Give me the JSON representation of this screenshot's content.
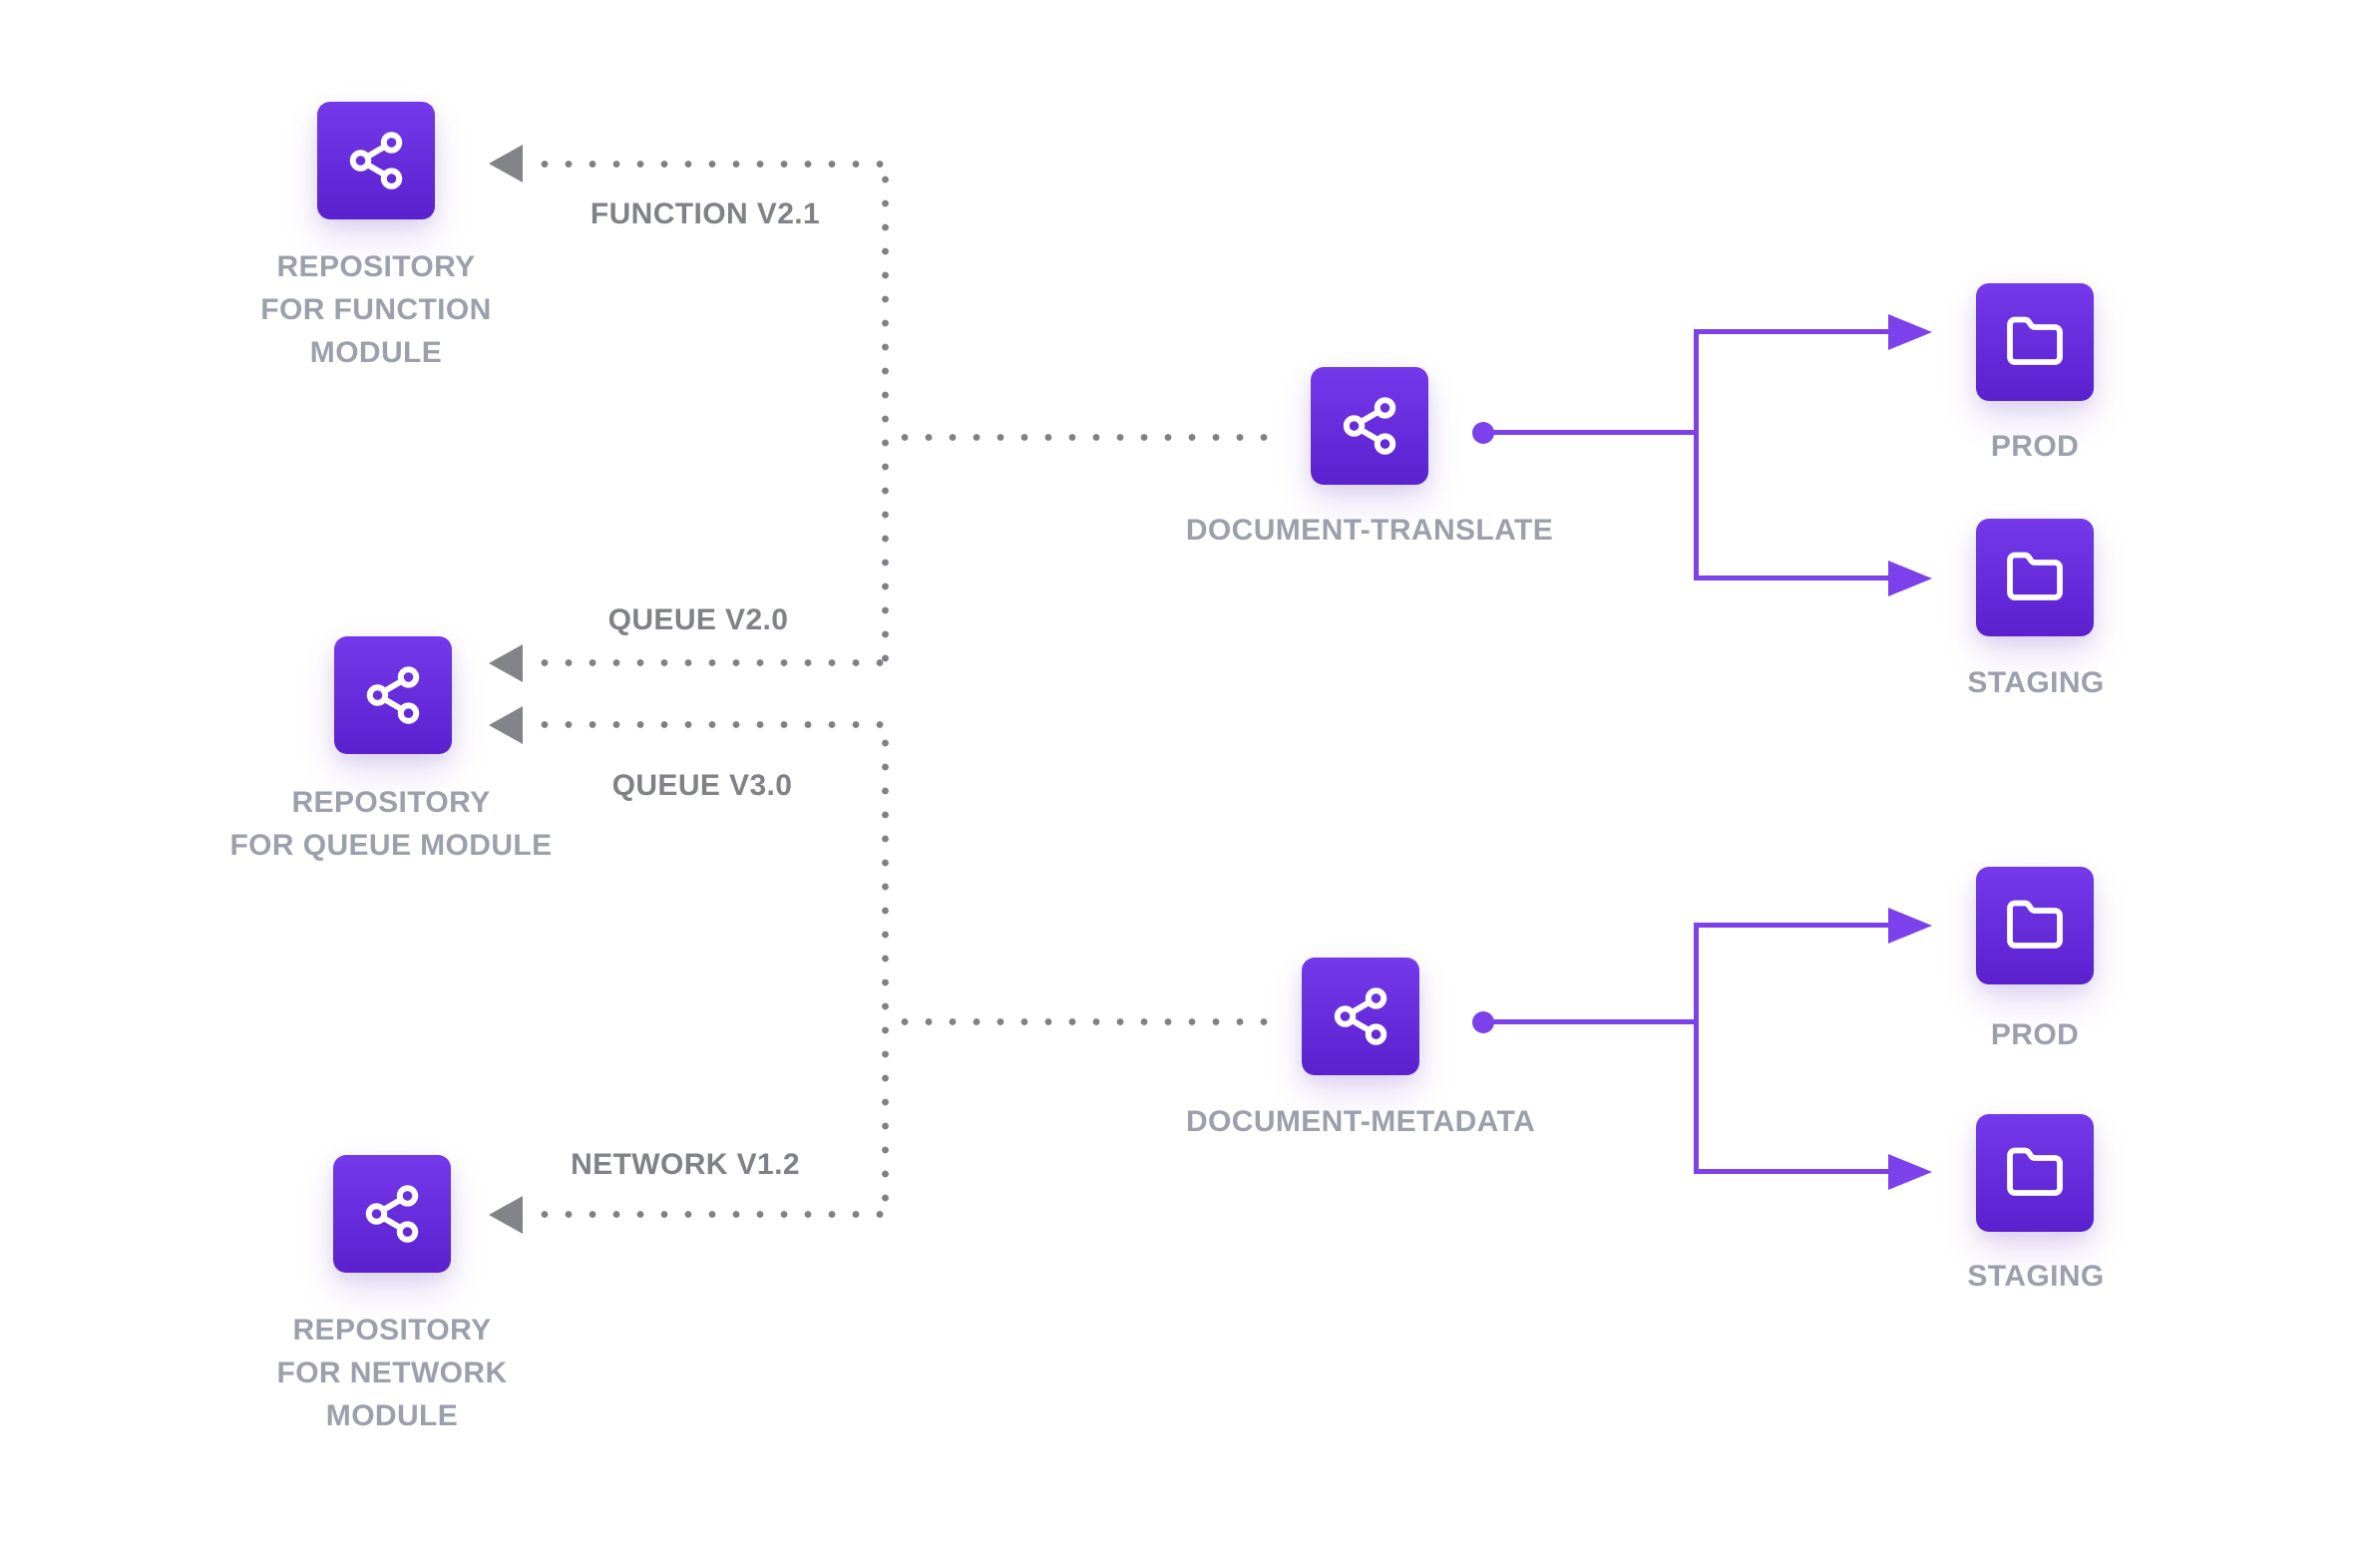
{
  "diagram": {
    "title_hint": "module-version deployment diagram",
    "background": "#ffffff",
    "colors": {
      "accent_purple": "#7c41ea",
      "icon_gradient_top": "#7439ea",
      "icon_gradient_bottom": "#5b21cf",
      "dotted_edge_gray": "#7f8186",
      "version_label_gray": "#808287",
      "node_label_gray": "#9ba0ac"
    },
    "repositories": [
      {
        "icon": "share-nodes",
        "label_lines": [
          "REPOSITORY",
          "FOR FUNCTION",
          "MODULE"
        ]
      },
      {
        "icon": "share-nodes",
        "label_lines": [
          "REPOSITORY",
          "FOR QUEUE MODULE"
        ]
      },
      {
        "icon": "share-nodes",
        "label_lines": [
          "REPOSITORY",
          "FOR NETWORK",
          "MODULE"
        ]
      }
    ],
    "documents": [
      {
        "icon": "share-nodes",
        "label": "DOCUMENT-TRANSLATE"
      },
      {
        "icon": "share-nodes",
        "label": "DOCUMENT-METADATA"
      }
    ],
    "environments": [
      {
        "icon": "folder",
        "label": "PROD",
        "source": "DOCUMENT-TRANSLATE"
      },
      {
        "icon": "folder",
        "label": "STAGING",
        "source": "DOCUMENT-TRANSLATE"
      },
      {
        "icon": "folder",
        "label": "PROD",
        "source": "DOCUMENT-METADATA"
      },
      {
        "icon": "folder",
        "label": "STAGING",
        "source": "DOCUMENT-METADATA"
      }
    ],
    "version_edges": [
      {
        "label": "FUNCTION V2.1",
        "from": "DOCUMENT-TRANSLATE",
        "to": "REPOSITORY FOR FUNCTION MODULE"
      },
      {
        "label": "QUEUE V2.0",
        "from": "DOCUMENT-TRANSLATE",
        "to": "REPOSITORY FOR QUEUE MODULE"
      },
      {
        "label": "QUEUE V3.0",
        "from": "DOCUMENT-METADATA",
        "to": "REPOSITORY FOR QUEUE MODULE"
      },
      {
        "label": "NETWORK V1.2",
        "from": "DOCUMENT-METADATA",
        "to": "REPOSITORY FOR NETWORK MODULE"
      }
    ]
  }
}
